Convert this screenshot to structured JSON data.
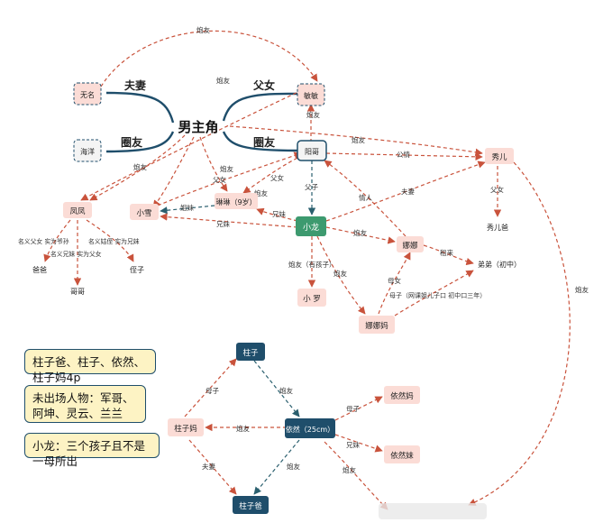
{
  "colors": {
    "edge_red": "#c9533c",
    "edge_teal": "#2a5f6e",
    "node_pink": "#fbdcd6",
    "node_teal": "#1f4e6b",
    "node_green": "#3d9a6f",
    "note_bg": "#fdf3c4",
    "text_dark": "#222222"
  },
  "diagram": {
    "central": "男主角",
    "nodes": {
      "wuming": "无名",
      "haiyang": "海洋",
      "minmin": "敏敏",
      "yangge": "阳哥",
      "xiuer": "秀儿",
      "xiuerba": "秀儿爸",
      "fengfeng": "凤凤",
      "baba": "爸爸",
      "gege": "哥哥",
      "zhizi": "侄子",
      "xiaoxue": "小雪",
      "linlin": "琳琳（9岁）",
      "xiaolong": "小龙",
      "nana": "娜娜",
      "didi": "弟弟（初中）",
      "xiaoluo": "小 罗",
      "nanama": "娜娜妈",
      "zhuzi": "柱子",
      "zhuzima": "柱子妈",
      "zhuziba": "柱子爸",
      "yiran": "依然（25cm）",
      "yiranma": "依然妈",
      "yiranmei": "依然妹"
    },
    "rel": {
      "fuqi": "夫妻",
      "fuv": "父女",
      "quanyou1": "圈友",
      "quanyou2": "圈友",
      "paoyou": "炮友",
      "gongqing": "公情",
      "fuzi": "父子",
      "qingren": "情人",
      "xiongmei": "兄妹",
      "muv": "母女",
      "zuche": "租来",
      "muzi": "母子",
      "fuqi2": "夫妻",
      "mingyi1": "名义父女  实为爷孙",
      "mingyi2": "名义兄妹  实为父女",
      "mingyi3": "名义姑侄  实为兄妹",
      "paoyou_child": "炮友（有孩子）",
      "muzi_nana": "母子（网课姐儿子口 初中口三年）",
      "fuv_linlin": "父女",
      "jiemei": "姐妹"
    },
    "notes": [
      "柱子爸、柱子、依然、柱子妈4p",
      "未出场人物：军哥、阿坤、灵云、兰兰",
      "小龙：三个孩子且不是一母所出"
    ]
  }
}
